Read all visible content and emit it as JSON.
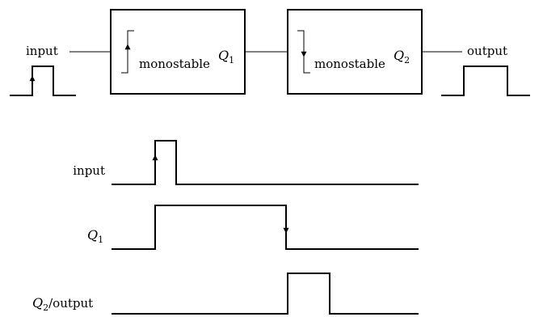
{
  "block_diagram": {
    "input_label": "input",
    "output_label": "output",
    "block1": {
      "label": "monostable",
      "output_symbol": "Q",
      "output_subscript": "1"
    },
    "block2": {
      "label": "monostable",
      "output_symbol": "Q",
      "output_subscript": "2"
    }
  },
  "timing": {
    "row_input_label": "input",
    "row_q1_symbol": "Q",
    "row_q1_subscript": "1",
    "row_q2_symbol": "Q",
    "row_q2_subscript": "2",
    "row_q2_suffix": "/output"
  }
}
